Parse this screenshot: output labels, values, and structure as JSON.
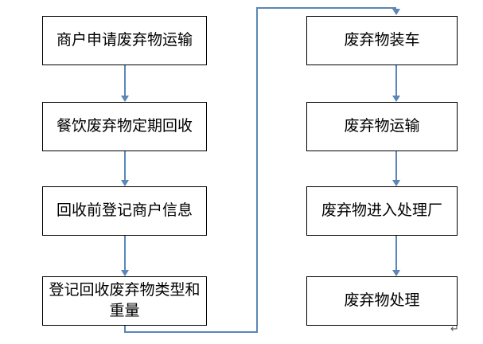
{
  "diagram": {
    "type": "flowchart",
    "left_column": [
      {
        "id": "n1",
        "label": "商户申请废弃物运输"
      },
      {
        "id": "n2",
        "label": "餐饮废弃物定期回收"
      },
      {
        "id": "n3",
        "label": "回收前登记商户信息"
      },
      {
        "id": "n4",
        "label": "登记回收废弃物类型和重量"
      }
    ],
    "right_column": [
      {
        "id": "n5",
        "label": "废弃物装车"
      },
      {
        "id": "n6",
        "label": "废弃物运输"
      },
      {
        "id": "n7",
        "label": "废弃物进入处理厂"
      },
      {
        "id": "n8",
        "label": "废弃物处理"
      }
    ],
    "connector_color": "#5b86b7",
    "node_border_color": "#000000",
    "node_fill_color": "#ffffff",
    "marks": {
      "paragraph_mark": "↵"
    }
  }
}
